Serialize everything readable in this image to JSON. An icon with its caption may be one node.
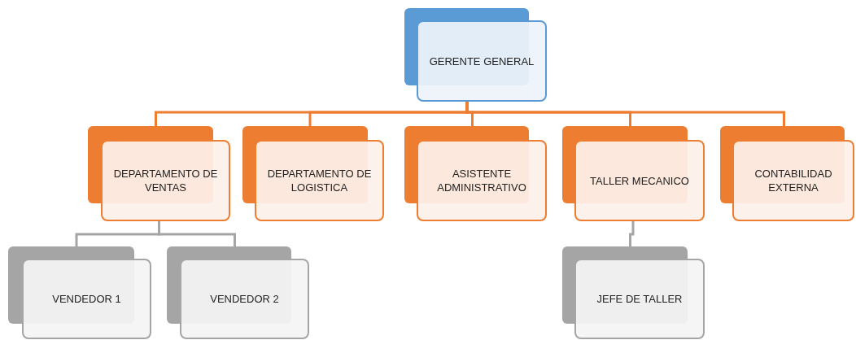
{
  "diagram": {
    "nodes": [
      {
        "text": [
          "GERENTE GENERAL"
        ]
      },
      {
        "text": [
          "DEPARTAMENTO DE VENTAS"
        ]
      },
      {
        "text": [
          "DEPARTAMENTO DE LOGISTICA"
        ]
      },
      {
        "text": [
          "ASISTENTE ADMINISTRATIVO"
        ]
      },
      {
        "text": [
          "TALLER MECANICO"
        ]
      },
      {
        "text": [
          "CONTABILIDAD EXTERNA"
        ]
      },
      {
        "text": [
          "VENDEDOR 1"
        ]
      },
      {
        "text": [
          "VENDEDOR 2"
        ]
      },
      {
        "text": [
          "JEFE DE TALLER"
        ]
      }
    ],
    "edges": [
      {
        "from": 0,
        "to": 1,
        "arrow": "none"
      },
      {
        "from": 0,
        "to": 2,
        "arrow": "none"
      },
      {
        "from": 0,
        "to": 3,
        "arrow": "none"
      },
      {
        "from": 0,
        "to": 4,
        "arrow": "none"
      },
      {
        "from": 0,
        "to": 5,
        "arrow": "none"
      },
      {
        "from": 1,
        "to": 6,
        "arrow": "none",
        "color": "#a5a5a5"
      },
      {
        "from": 1,
        "to": 7,
        "arrow": "none",
        "color": "#a5a5a5"
      },
      {
        "from": 4,
        "to": 8,
        "arrow": "none",
        "color": "#a5a5a5"
      }
    ]
  }
}
